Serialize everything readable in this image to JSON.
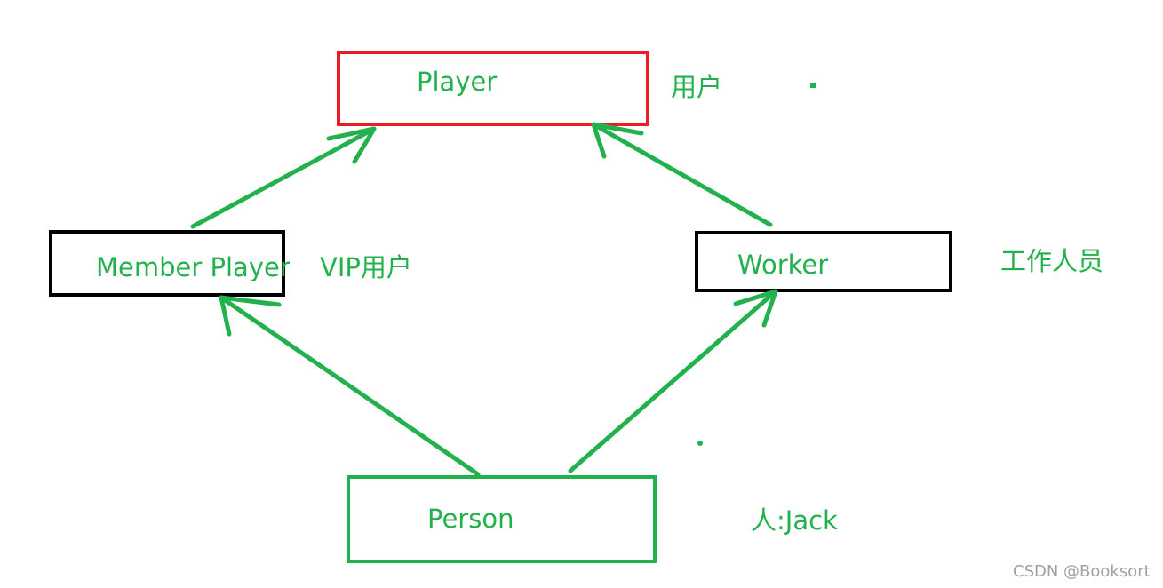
{
  "colors": {
    "green": "#22b14c",
    "red": "#ed1c24",
    "black": "#000000",
    "watermark": "#a0a0a0"
  },
  "boxes": {
    "player": {
      "label": "Player",
      "note": "用户"
    },
    "member_player": {
      "label": "Member  Player",
      "note": "VIP用户"
    },
    "worker": {
      "label": "Worker",
      "note": "工作人员"
    },
    "person": {
      "label": "Person",
      "note": "人:Jack"
    }
  },
  "watermark": "CSDN @Booksort"
}
